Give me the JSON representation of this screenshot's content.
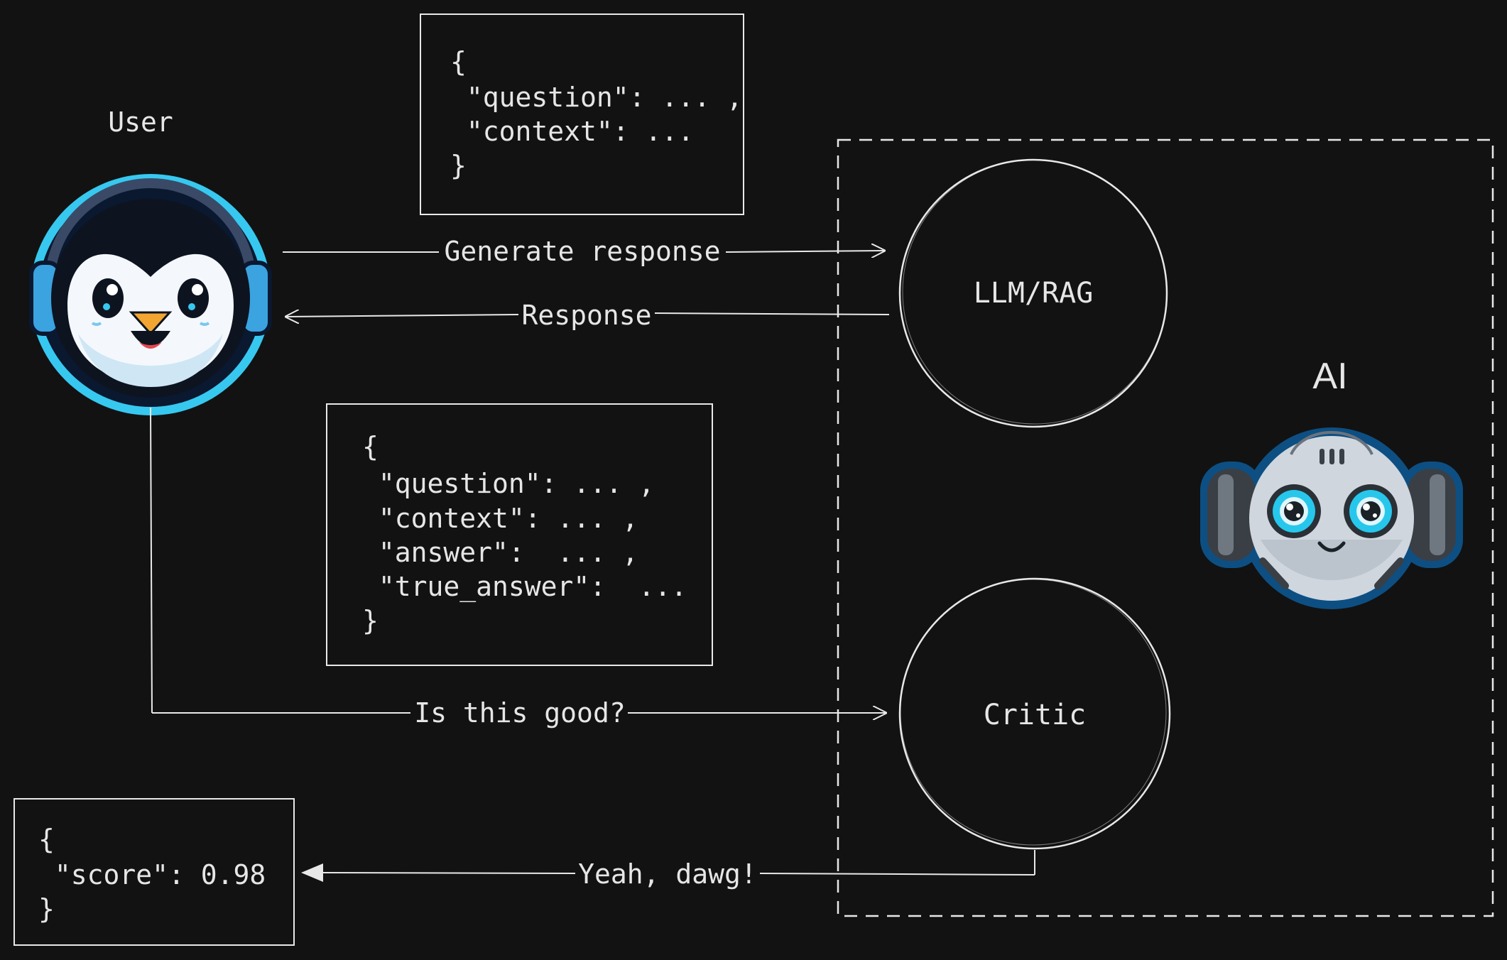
{
  "actors": {
    "user_label": "User",
    "ai_label": "AI"
  },
  "nodes": {
    "llm": "LLM/RAG",
    "critic": "Critic"
  },
  "edges": {
    "generate": "Generate response",
    "response": "Response",
    "is_good": "Is this good?",
    "yeah": "Yeah, dawg!"
  },
  "json_boxes": {
    "request": [
      "{",
      " \"question\": ... ,",
      " \"context\": ...",
      "}"
    ],
    "critic_input": [
      "{",
      " \"question\": ... ,",
      " \"context\": ... ,",
      " \"answer\":  ... ,",
      " \"true_answer\":  ...",
      "}"
    ],
    "score": [
      "{",
      " \"score\": 0.98",
      "}"
    ]
  },
  "colors": {
    "background": "#121212",
    "stroke": "#e8e8e8",
    "text": "#e6e6e6",
    "accent_cyan": "#37c8f0",
    "penguin_body": "#0d1420",
    "robot_shell": "#cfd6de"
  },
  "icons": {
    "user_avatar": "penguin-headphones-icon",
    "ai_avatar": "robot-headphones-icon"
  }
}
